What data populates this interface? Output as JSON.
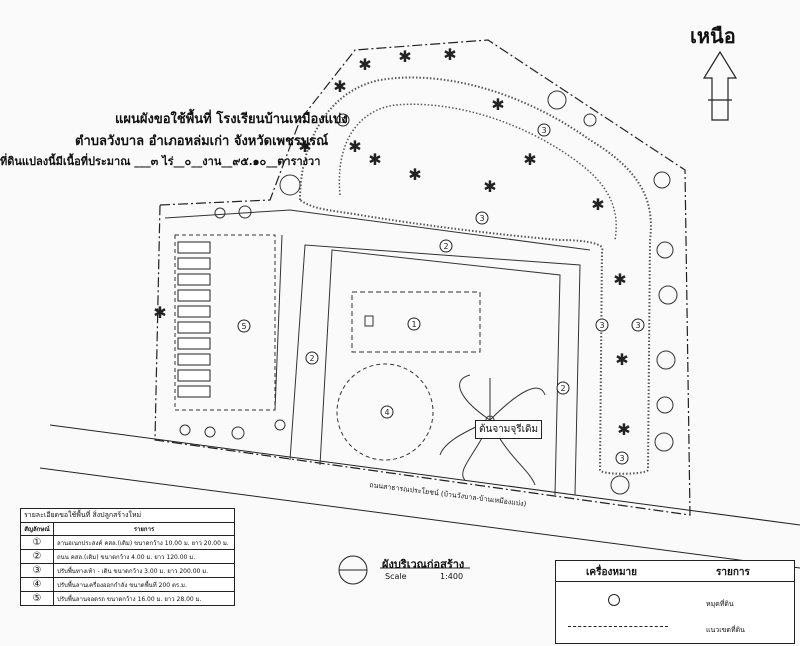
{
  "header": {
    "line1": "แผนผังขอใช้พื้นที่ โรงเรียนบ้านเหมืองแบ่ง",
    "line2": "ตำบลวังบาล  อำเภอหล่มเก่า  จังหวัดเพชรบูรณ์",
    "line3": "ที่ดินแปลงนี้มีเนื้อที่ประมาณ   ___๓ ไร่__๐__งาน__๙๕.๑๐__ตารางวา"
  },
  "north_label": "เหนือ",
  "plan": {
    "zones": [
      "1",
      "2",
      "3",
      "4",
      "5"
    ],
    "tree_label": "ต้นจามจุรีเดิม",
    "road_label": "ถนนสาธารณประโยชน์ (บ้านวังบาล-บ้านเหมืองแบ่ง)"
  },
  "details_table": {
    "title": "รายละเอียดขอใช้พื้นที่  สิ่งปลูกสร้างใหม่",
    "headers": [
      "สัญลักษณ์",
      "รายการ"
    ],
    "rows": [
      {
        "symbol": "①",
        "text": "ลานอเนกประสงค์ คสล.(เดิม) ขนาดกว้าง 10.00 ม. ยาว 20.00 ม."
      },
      {
        "symbol": "②",
        "text": "ถนน คสล.(เดิม) ขนาดกว้าง 4.00 ม. ยาว 120.00 ม."
      },
      {
        "symbol": "③",
        "text": "ปรับพื้นทางเท้า - เดิน ขนาดกว้าง 3.00 ม. ยาว 200.00 ม."
      },
      {
        "symbol": "④",
        "text": "ปรับพื้นลานเครื่องออกกำลัง ขนาดพื้นที่ 200 ตร.ม."
      },
      {
        "symbol": "⑤",
        "text": "ปรับพื้นลานจอดรถ ขนาดกว้าง 16.00 ม. ยาว 28.00 ม."
      }
    ]
  },
  "site_title": "ผังบริเวณก่อสร้าง",
  "scale_label": "Scale",
  "scale_value": "1:400",
  "legend": {
    "col1": "เครื่องหมาย",
    "col2": "รายการ",
    "item1": "หมุดที่ดิน",
    "item2": "แนวเขตที่ดิน"
  }
}
